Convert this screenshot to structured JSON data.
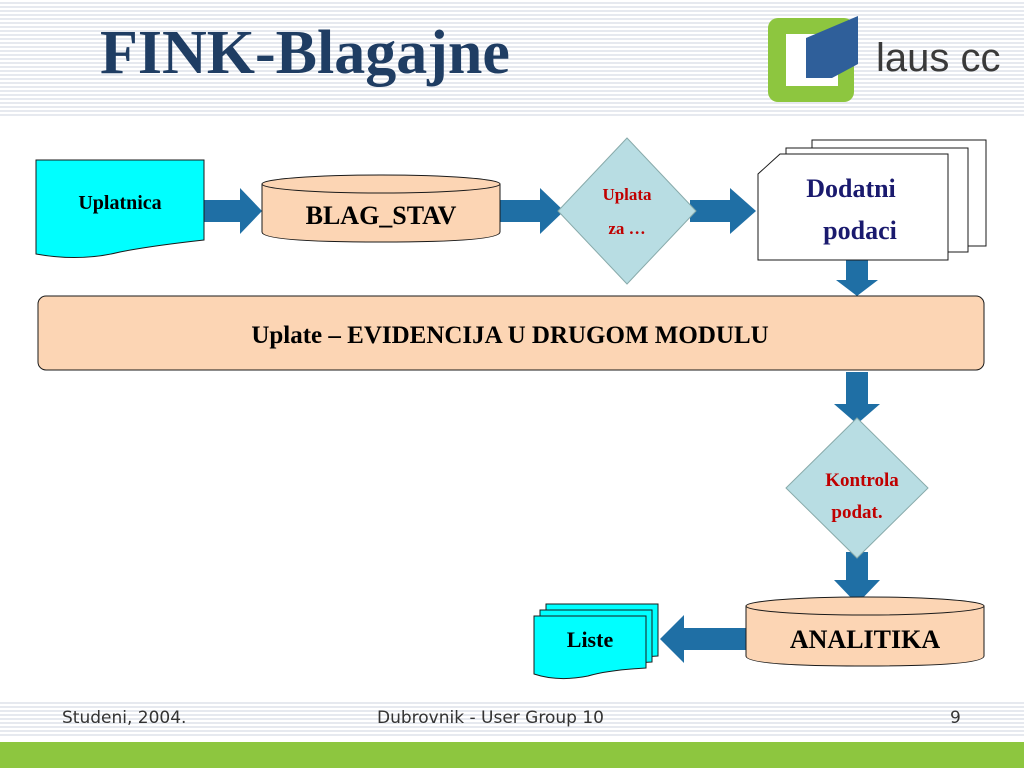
{
  "slide": {
    "title": "FINK-Blagajne",
    "logo_text": "laus cc"
  },
  "nodes": {
    "uplatnica": "Uplatnica",
    "blag_stav": "BLAG_STAV",
    "uplata_line1": "Uplata",
    "uplata_line2": "za …",
    "dodatni_line1": "Dodatni",
    "dodatni_line2": "podaci",
    "evidencija": "Uplate – EVIDENCIJA U DRUGOM MODULU",
    "kontrola_line1": "Kontrola",
    "kontrola_line2": "podat.",
    "analitika": "ANALITIKA",
    "liste": "Liste"
  },
  "footer": {
    "date": "Studeni, 2004.",
    "event": "Dubrovnik - User Group 10",
    "page": "9"
  },
  "colors": {
    "title": "#1f3d63",
    "arrow": "#1f6fa5",
    "peach": "#fcd5b4",
    "cyan": "#00ffff",
    "diamond": "#b8dde3",
    "red_text": "#c00000",
    "navy_text": "#1a1a6e",
    "logo_green": "#8dc63f",
    "logo_blue": "#2f5f9a"
  }
}
